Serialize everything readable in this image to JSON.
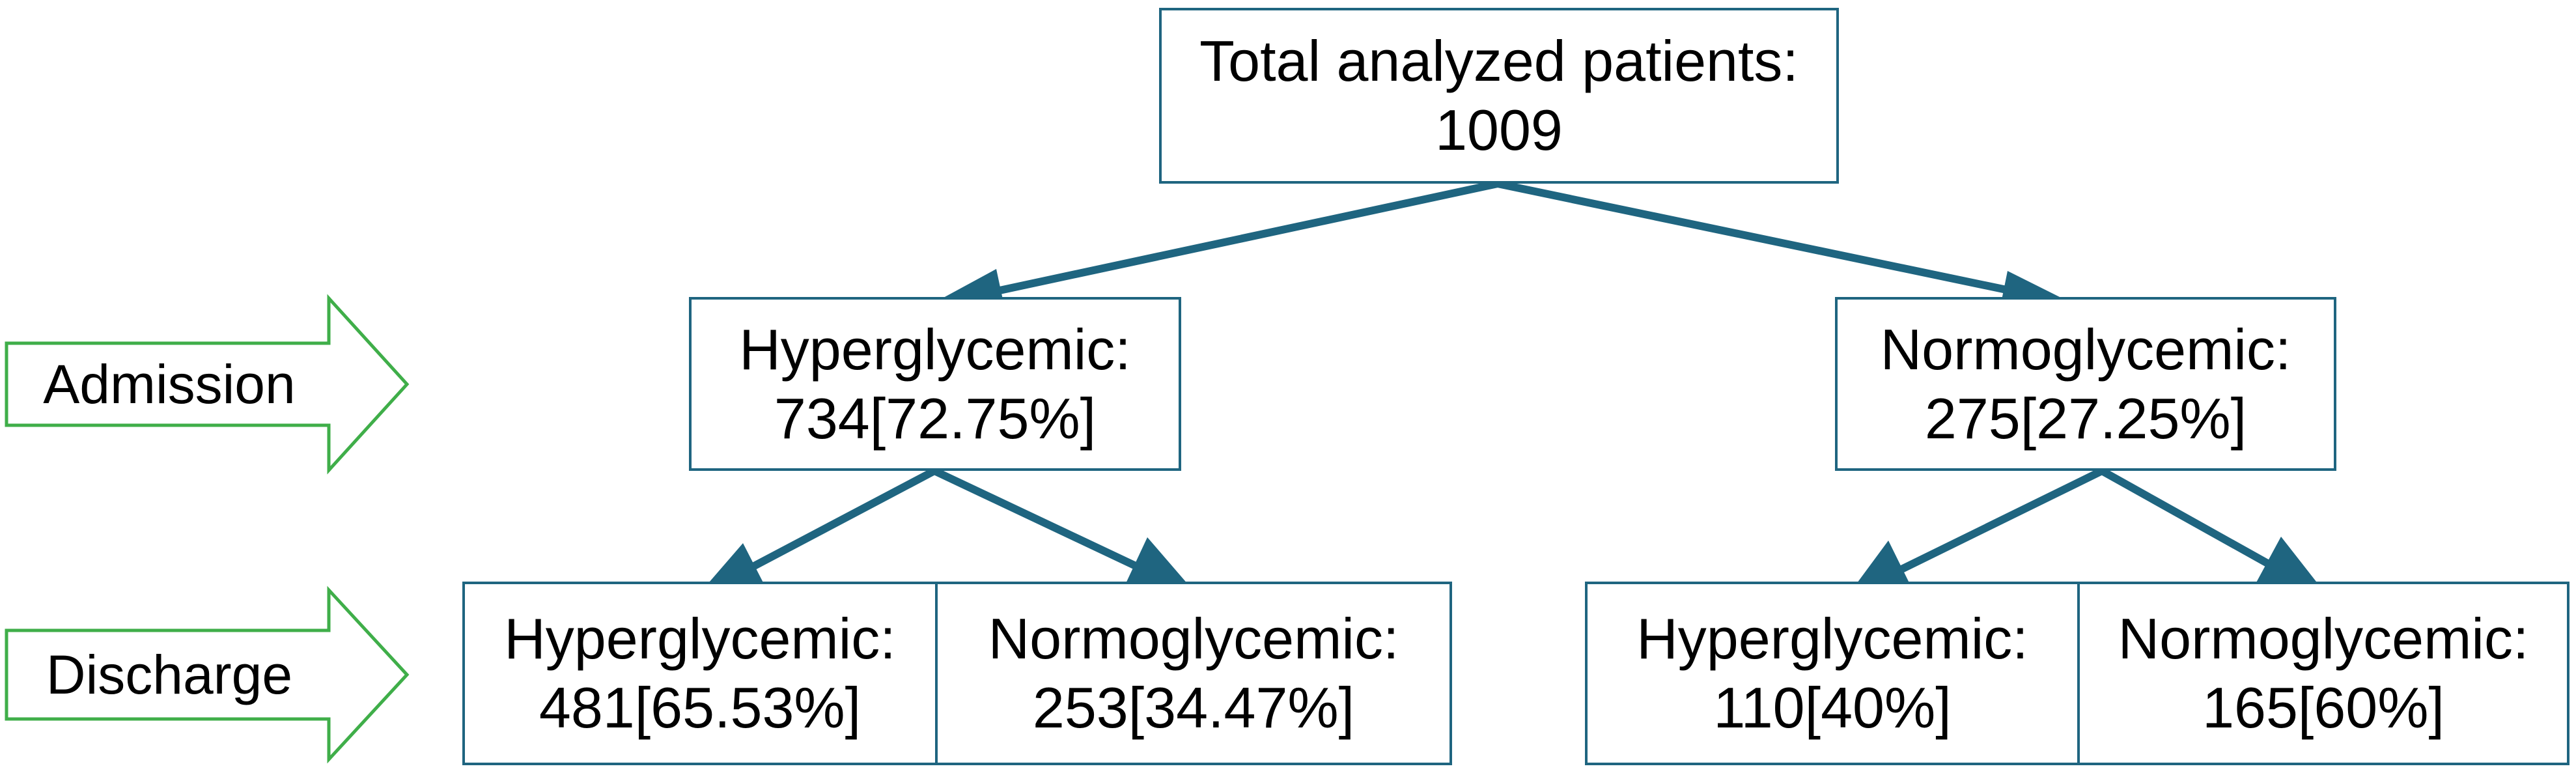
{
  "colors": {
    "box_border": "#1f6580",
    "arrow": "#1f6580",
    "phase_arrow_outline": "#3fae49",
    "text": "#000000"
  },
  "phases": {
    "admission": "Admission",
    "discharge": "Discharge"
  },
  "root": {
    "label": "Total analyzed patients:",
    "value": "1009"
  },
  "admission_groups": [
    {
      "label": "Hyperglycemic:",
      "value": "734[72.75%]"
    },
    {
      "label": "Normoglycemic:",
      "value": "275[27.25%]"
    }
  ],
  "discharge_groups": [
    {
      "label": "Hyperglycemic:",
      "value": "481[65.53%]"
    },
    {
      "label": "Normoglycemic:",
      "value": "253[34.47%]"
    },
    {
      "label": "Hyperglycemic:",
      "value": "110[40%]"
    },
    {
      "label": "Normoglycemic:",
      "value": "165[60%]"
    }
  ]
}
